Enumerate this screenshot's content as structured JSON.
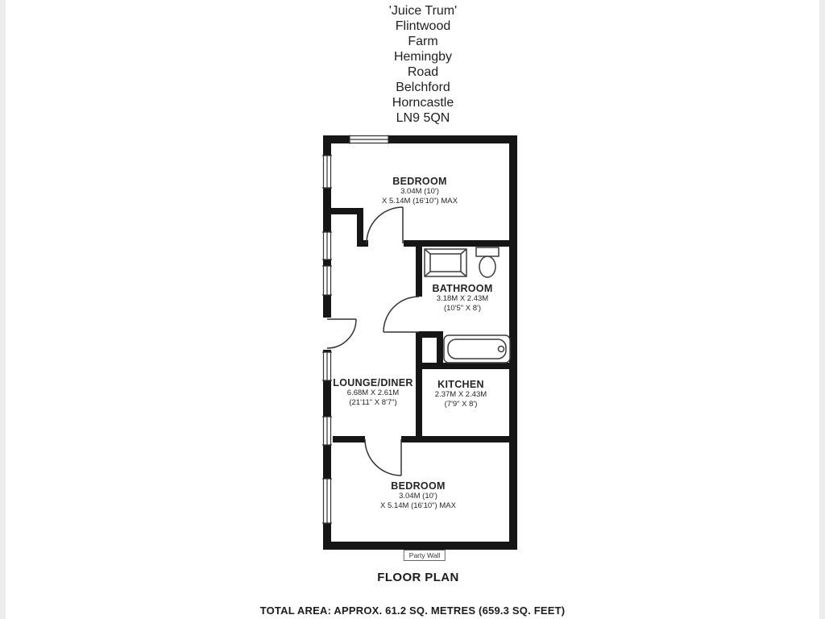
{
  "address": {
    "lines": [
      "'Juice Trum'",
      "Flintwood",
      "Farm",
      "Hemingby",
      "Road",
      "Belchford",
      "Horncastle",
      "LN9 5QN"
    ]
  },
  "rooms": {
    "bedroom_top": {
      "name": "BEDROOM",
      "dim1": "3.04M (10')",
      "dim2": "X 5.14M (16'10\") MAX"
    },
    "bathroom": {
      "name": "BATHROOM",
      "dim1": "3.18M X 2.43M",
      "dim2": "(10'5\" X 8')"
    },
    "lounge_diner": {
      "name": "LOUNGE/DINER",
      "dim1": "6.68M X 2.61M",
      "dim2": "(21'11\" X 8'7\")"
    },
    "kitchen": {
      "name": "KITCHEN",
      "dim1": "2.37M X 2.43M",
      "dim2": "(7'9\" X 8')"
    },
    "bedroom_bottom": {
      "name": "BEDROOM",
      "dim1": "3.04M (10')",
      "dim2": "X 5.14M (16'10\") MAX"
    }
  },
  "footer": {
    "party_wall": "Party Wall",
    "title": "FLOOR PLAN",
    "total_area": "TOTAL AREA: APPROX. 61.2 SQ. METRES (659.3 SQ. FEET)"
  },
  "colors": {
    "wall": "#161616",
    "fixture": "#3c3c3c",
    "text": "#222222"
  }
}
